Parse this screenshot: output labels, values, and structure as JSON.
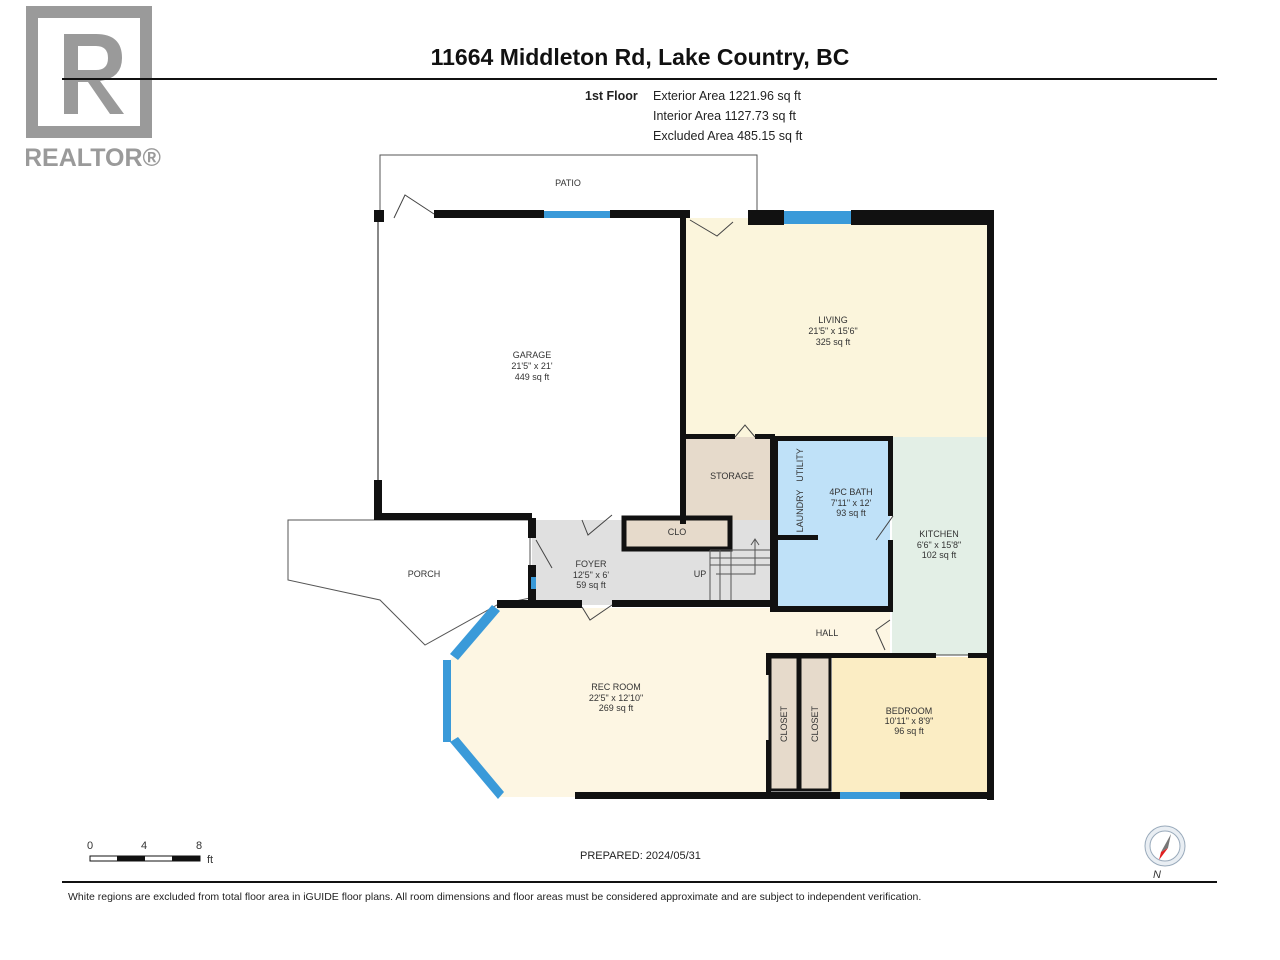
{
  "header": {
    "title": "11664 Middleton Rd, Lake Country, BC"
  },
  "logo": {
    "text": "REALTOR®"
  },
  "floor": {
    "label": "1st Floor",
    "exterior": "Exterior Area 1221.96 sq ft",
    "interior": "Interior Area 1127.73 sq ft",
    "excluded": "Excluded Area 485.15 sq ft"
  },
  "rooms": {
    "patio": {
      "name": "PATIO"
    },
    "garage": {
      "name": "GARAGE",
      "dims": "21'5\" x 21'",
      "area": "449 sq ft"
    },
    "living": {
      "name": "LIVING",
      "dims": "21'5\" x 15'6\"",
      "area": "325 sq ft"
    },
    "storage": {
      "name": "STORAGE"
    },
    "utility": {
      "name": "UTILITY"
    },
    "laundry": {
      "name": "LAUNDRY"
    },
    "bath": {
      "name": "4PC BATH",
      "dims": "7'11\" x 12'",
      "area": "93 sq ft"
    },
    "kitchen": {
      "name": "KITCHEN",
      "dims": "6'6\" x 15'8\"",
      "area": "102 sq ft"
    },
    "clo": {
      "name": "CLO"
    },
    "foyer": {
      "name": "FOYER",
      "dims": "12'5\" x 6'",
      "area": "59 sq ft"
    },
    "up": {
      "name": "UP"
    },
    "porch": {
      "name": "PORCH"
    },
    "hall": {
      "name": "HALL"
    },
    "rec": {
      "name": "REC ROOM",
      "dims": "22'5\" x 12'10\"",
      "area": "269 sq ft"
    },
    "closet1": {
      "name": "CLOSET"
    },
    "closet2": {
      "name": "CLOSET"
    },
    "bedroom": {
      "name": "BEDROOM",
      "dims": "10'11\" x 8'9\"",
      "area": "96 sq ft"
    }
  },
  "scale": {
    "ticks": [
      "0",
      "4",
      "8"
    ],
    "unit": "ft"
  },
  "compass": {
    "label": "N"
  },
  "footer": {
    "prepared": "PREPARED: 2024/05/31",
    "disclaimer": "White regions are excluded from total floor area in iGUIDE floor plans. All room dimensions and floor areas must be considered approximate and are subject to independent verification."
  },
  "colors": {
    "wall": "#111111",
    "window": "#3a9ad9",
    "living": "#fbf5dc",
    "bath": "#bfe1f8",
    "kitchen": "#e3efe6",
    "storage": "#e6dacb",
    "foyer": "#e0e0e0",
    "bedroom": "#fbedc4"
  }
}
